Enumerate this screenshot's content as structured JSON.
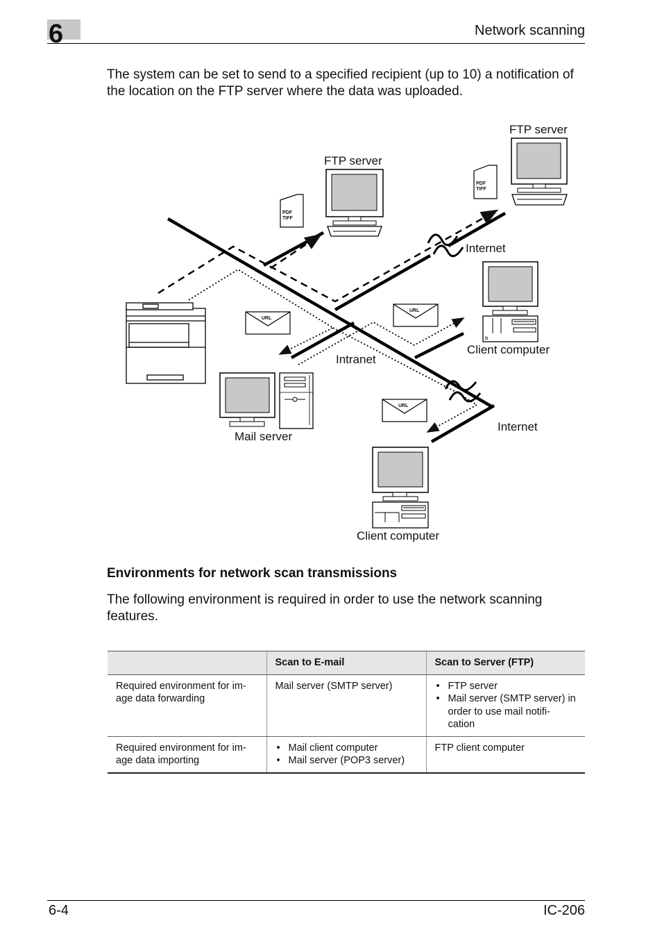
{
  "header": {
    "chapter_number": "6",
    "title": "Network scanning"
  },
  "intro": "The system can be set to send to a specified recipient (up to 10) a notification of the location on the FTP server where the data was uploaded.",
  "diagram": {
    "labels": {
      "ftp_server_left": "FTP server",
      "ftp_server_right": "FTP server",
      "internet_top": "Internet",
      "internet_bottom": "Internet",
      "client_computer_right": "Client computer",
      "client_computer_bottom": "Client computer",
      "intranet": "Intranet",
      "mail_server": "Mail server"
    },
    "document_icon_text": [
      "PDF",
      "TIFF"
    ],
    "envelope_text": "URL"
  },
  "section": {
    "heading": "Environments for network scan transmissions",
    "text": "The following environment is required in order to use the network scanning features."
  },
  "table": {
    "headers": [
      "",
      "Scan to E-mail",
      "Scan to Server (FTP)"
    ],
    "rows": [
      {
        "label": "Required environment for im-age data forwarding",
        "email": [
          "Mail server (SMTP server)"
        ],
        "ftp": [
          "FTP server",
          "Mail server (SMTP server) in order to use mail notifi-cation"
        ]
      },
      {
        "label": "Required environment for im-age data importing",
        "email": [
          "Mail client computer",
          "Mail server (POP3 server)"
        ],
        "ftp": [
          "FTP client computer"
        ]
      }
    ]
  },
  "footer": {
    "page": "6-4",
    "model": "IC-206"
  }
}
